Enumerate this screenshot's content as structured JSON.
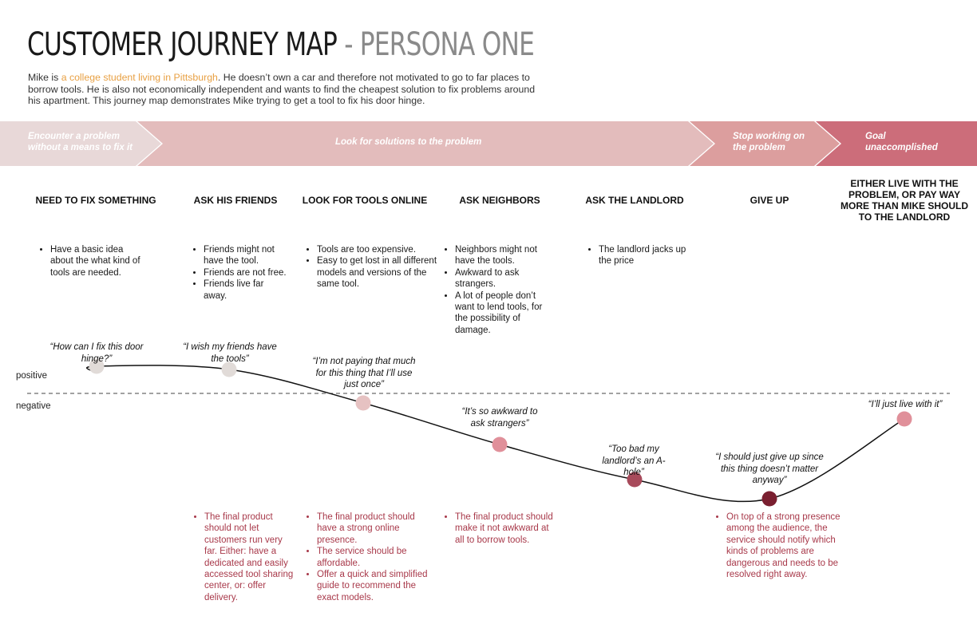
{
  "title": {
    "main": "CUSTOMER JOURNEY MAP",
    "separator": " - ",
    "sub": "PERSONA ONE"
  },
  "intro": {
    "before": "Mike is ",
    "highlight": "a college student living in Pittsburgh",
    "after": ". He doesn’t own a car and therefore not motivated to go to far places to borrow tools. He is also not economically independent and wants to find the cheapest solution to fix problems around his apartment. This journey map demonstrates Mike trying to get a tool to fix his door hinge."
  },
  "stages": [
    {
      "label": "Encounter a problem without a means to fix it",
      "color": "#e8d8d8"
    },
    {
      "label": "Look for solutions to the problem",
      "color": "#e3bcbc"
    },
    {
      "label": "Stop working on the problem",
      "color": "#dc9e9e"
    },
    {
      "label": "Goal unaccomplished",
      "color": "#cc6d7a"
    }
  ],
  "axis": {
    "positive": "positive",
    "negative": "negative"
  },
  "steps": [
    {
      "title": "NEED TO FIX SOMETHING",
      "pains": [
        "Have a basic idea about the what kind of tools are needed."
      ],
      "quote": "“How can I fix this door hinge?”",
      "emotion": 0.85,
      "dot_color": "#e1dbd8",
      "ideas": []
    },
    {
      "title": "ASK HIS FRIENDS",
      "pains": [
        "Friends might not have the tool.",
        "Friends are not free.",
        "Friends live far away."
      ],
      "quote": "“I wish my friends have the tools”",
      "emotion": 0.75,
      "dot_color": "#e1dbd8",
      "ideas": [
        "The final product should not let customers run very far. Either: have a dedicated and easily accessed tool sharing center, or: offer delivery."
      ]
    },
    {
      "title": "LOOK FOR TOOLS ONLINE",
      "pains": [
        "Tools are too expensive.",
        "Easy to get lost in all different models and versions of the same tool."
      ],
      "quote": "“I’m not paying that much for this thing that I’ll use just once”",
      "emotion": -0.3,
      "dot_color": "#e6c2c2",
      "ideas": [
        "The final product should have a strong online presence.",
        "The service should be affordable.",
        "Offer a quick and simplified guide to recommend the exact models."
      ]
    },
    {
      "title": "ASK NEIGHBORS",
      "pains": [
        "Neighbors might not have the tools.",
        "Awkward to ask strangers.",
        "A lot of people don’t want to lend tools, for the possibility of damage."
      ],
      "quote": "“It’s so awkward to ask strangers”",
      "emotion": -1.6,
      "dot_color": "#e0909a",
      "ideas": [
        "The final product should make it not awkward at all to borrow tools."
      ]
    },
    {
      "title": "ASK THE LANDLORD",
      "pains": [
        "The landlord jacks up the price"
      ],
      "quote": "“Too bad my landlord’s an A-hole”",
      "emotion": -2.7,
      "dot_color": "#a84a5b",
      "ideas": []
    },
    {
      "title": "GIVE UP",
      "pains": [],
      "quote": "“I should just give up since this thing doesn’t matter anyway”",
      "emotion": -3.3,
      "dot_color": "#7a1f30",
      "ideas": [
        "On top of a strong presence among the audience, the service should notify which kinds of problems are dangerous and needs to be resolved right away."
      ]
    },
    {
      "title": "EITHER LIVE WITH THE PROBLEM, OR PAY WAY MORE THAN MIKE SHOULD TO THE LANDLORD",
      "pains": [],
      "quote": "“I’ll just live with it”",
      "emotion": -0.8,
      "dot_color": "#e0909a",
      "ideas": []
    }
  ]
}
